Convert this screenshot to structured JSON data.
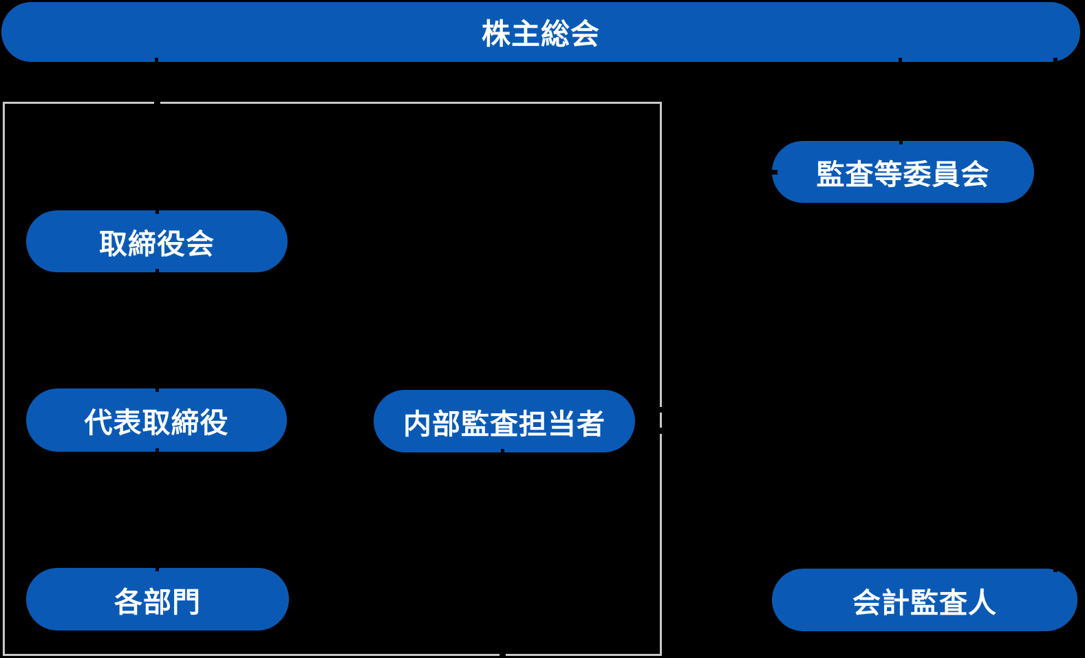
{
  "diagram": {
    "type": "org-chart",
    "background_color": "#000000",
    "accent_color": "#0a5ab5",
    "node_text_color": "#ffffff",
    "frame_border_color": "#c9c9c9",
    "nodes": [
      {
        "id": "shareholders-meeting",
        "label": "株主総会"
      },
      {
        "id": "board-of-directors",
        "label": "取締役会"
      },
      {
        "id": "representative-director",
        "label": "代表取締役"
      },
      {
        "id": "departments",
        "label": "各部門"
      },
      {
        "id": "internal-audit-staff",
        "label": "内部監査担当者"
      },
      {
        "id": "audit-committee",
        "label": "監査等委員会"
      },
      {
        "id": "accounting-auditor",
        "label": "会計監査人"
      }
    ]
  }
}
